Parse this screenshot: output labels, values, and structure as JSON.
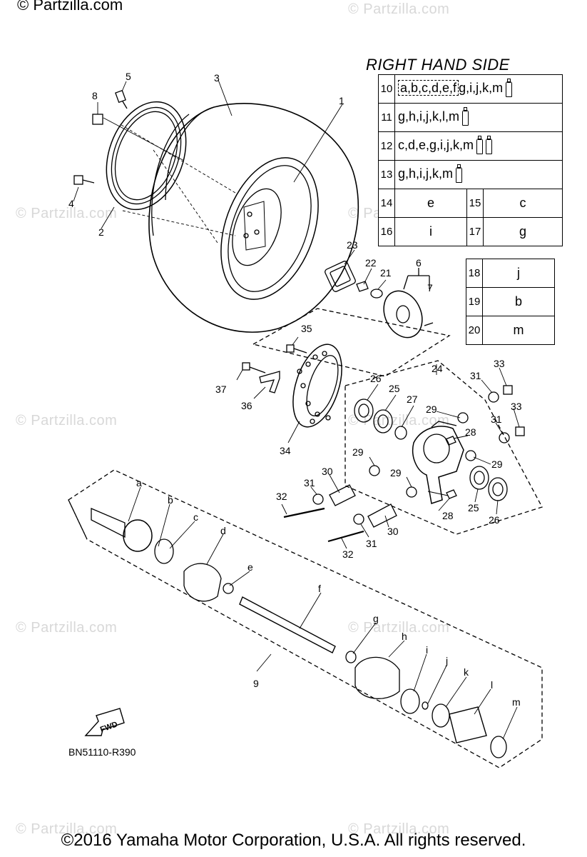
{
  "watermark_text": "© Partzilla.com",
  "copyright": "©2016 Yamaha Motor Corporation, U.S.A. All rights reserved.",
  "drawing_code": "BN51110-R390",
  "fwd_label": "FWD",
  "table": {
    "title": "RIGHT HAND SIDE",
    "wide_rows": [
      {
        "num": "10",
        "boxed": "a,b,c,d,e,f",
        "rest": "g,i,j,k,m",
        "tubes": 1
      },
      {
        "num": "11",
        "boxed": "",
        "rest": "g,h,i,j,k,l,m",
        "tubes": 1
      },
      {
        "num": "12",
        "boxed": "",
        "rest": "c,d,e,g,i,j,k,m",
        "tubes": 2
      },
      {
        "num": "13",
        "boxed": "",
        "rest": "g,h,i,j,k,m",
        "tubes": 1
      }
    ],
    "pair_rows": [
      {
        "n1": "14",
        "v1": "e",
        "n2": "15",
        "v2": "c"
      },
      {
        "n1": "16",
        "v1": "i",
        "n2": "17",
        "v2": "g"
      }
    ],
    "single_rows": [
      {
        "num": "18",
        "val": "j"
      },
      {
        "num": "19",
        "val": "b"
      },
      {
        "num": "20",
        "val": "m"
      }
    ]
  },
  "part_labels": [
    {
      "id": "l1",
      "text": "1"
    },
    {
      "id": "l2",
      "text": "2"
    },
    {
      "id": "l3",
      "text": "3"
    },
    {
      "id": "l4",
      "text": "4"
    },
    {
      "id": "l5",
      "text": "5"
    },
    {
      "id": "l6",
      "text": "6"
    },
    {
      "id": "l7",
      "text": "7"
    },
    {
      "id": "l8",
      "text": "8"
    },
    {
      "id": "l9",
      "text": "9"
    },
    {
      "id": "l21",
      "text": "21"
    },
    {
      "id": "l22",
      "text": "22"
    },
    {
      "id": "l23",
      "text": "23"
    },
    {
      "id": "l24",
      "text": "24"
    },
    {
      "id": "l25a",
      "text": "25"
    },
    {
      "id": "l25b",
      "text": "25"
    },
    {
      "id": "l26a",
      "text": "26"
    },
    {
      "id": "l26b",
      "text": "26"
    },
    {
      "id": "l27",
      "text": "27"
    },
    {
      "id": "l28a",
      "text": "28"
    },
    {
      "id": "l28b",
      "text": "28"
    },
    {
      "id": "l29a",
      "text": "29"
    },
    {
      "id": "l29b",
      "text": "29"
    },
    {
      "id": "l29c",
      "text": "29"
    },
    {
      "id": "l29d",
      "text": "29"
    },
    {
      "id": "l30a",
      "text": "30"
    },
    {
      "id": "l30b",
      "text": "30"
    },
    {
      "id": "l31a",
      "text": "31"
    },
    {
      "id": "l31b",
      "text": "31"
    },
    {
      "id": "l31c",
      "text": "31"
    },
    {
      "id": "l31d",
      "text": "31"
    },
    {
      "id": "l32a",
      "text": "32"
    },
    {
      "id": "l32b",
      "text": "32"
    },
    {
      "id": "l33a",
      "text": "33"
    },
    {
      "id": "l33b",
      "text": "33"
    },
    {
      "id": "l34",
      "text": "34"
    },
    {
      "id": "l35",
      "text": "35"
    },
    {
      "id": "l36",
      "text": "36"
    },
    {
      "id": "l37",
      "text": "37"
    },
    {
      "id": "la",
      "text": "a"
    },
    {
      "id": "lb",
      "text": "b"
    },
    {
      "id": "lc",
      "text": "c"
    },
    {
      "id": "ld",
      "text": "d"
    },
    {
      "id": "le",
      "text": "e"
    },
    {
      "id": "lf",
      "text": "f"
    },
    {
      "id": "lg",
      "text": "g"
    },
    {
      "id": "lh",
      "text": "h"
    },
    {
      "id": "li",
      "text": "i"
    },
    {
      "id": "lj",
      "text": "j"
    },
    {
      "id": "lk",
      "text": "k"
    },
    {
      "id": "ll",
      "text": "l"
    },
    {
      "id": "lm",
      "text": "m"
    }
  ]
}
